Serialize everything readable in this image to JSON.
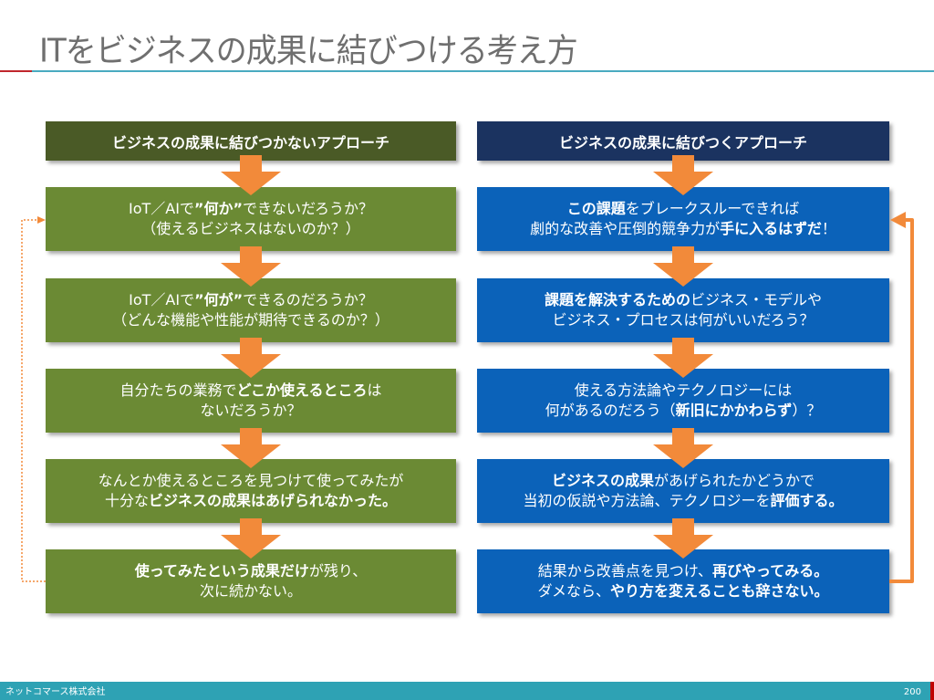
{
  "slide": {
    "title": "ITをビジネスの成果に結びつける考え方",
    "colors": {
      "title_text": "#6f6f6f",
      "rule_red": "#c0272d",
      "rule_teal": "#4aabc0",
      "left_header": "#4a5a26",
      "left_box": "#6b8a34",
      "right_header": "#1b3360",
      "right_box": "#0b62b9",
      "arrow": "#f28a3a",
      "footer": "#2ea2b4"
    }
  },
  "left": {
    "header": "ビジネスの成果に結びつかないアプローチ",
    "steps": [
      {
        "lines": [
          [
            {
              "t": "IoT／AIで",
              "b": false
            },
            {
              "t": "”何か”",
              "b": true
            },
            {
              "t": "できないだろうか？",
              "b": false
            }
          ],
          [
            {
              "t": "（使えるビジネスはないのか？）",
              "b": false
            }
          ]
        ]
      },
      {
        "lines": [
          [
            {
              "t": "IoT／AIで",
              "b": false
            },
            {
              "t": "”何が”",
              "b": true
            },
            {
              "t": "できるのだろうか？",
              "b": false
            }
          ],
          [
            {
              "t": "（どんな機能や性能が期待できるのか？）",
              "b": false
            }
          ]
        ]
      },
      {
        "lines": [
          [
            {
              "t": "自分たちの業務で",
              "b": false
            },
            {
              "t": "どこか使えるところ",
              "b": true
            },
            {
              "t": "は",
              "b": false
            }
          ],
          [
            {
              "t": "ないだろうか？",
              "b": false
            }
          ]
        ]
      },
      {
        "lines": [
          [
            {
              "t": "なんとか使えるところを見つけて使ってみたが",
              "b": false
            }
          ],
          [
            {
              "t": "十分な",
              "b": false
            },
            {
              "t": "ビジネスの成果はあげられなかった。",
              "b": true
            }
          ]
        ]
      },
      {
        "lines": [
          [
            {
              "t": "使ってみたという成果だけ",
              "b": true
            },
            {
              "t": "が残り、",
              "b": false
            }
          ],
          [
            {
              "t": "次に続かない。",
              "b": false
            }
          ]
        ]
      }
    ],
    "loop_style": "dotted"
  },
  "right": {
    "header": "ビジネスの成果に結びつくアプローチ",
    "steps": [
      {
        "lines": [
          [
            {
              "t": "この課題",
              "b": true
            },
            {
              "t": "をブレークスルーできれば",
              "b": false
            }
          ],
          [
            {
              "t": "劇的な改善や圧倒的競争力が",
              "b": false
            },
            {
              "t": "手に入るはずだ",
              "b": true
            },
            {
              "t": "！",
              "b": false
            }
          ]
        ]
      },
      {
        "lines": [
          [
            {
              "t": "課題を解決するための",
              "b": true
            },
            {
              "t": "ビジネス・モデルや",
              "b": false
            }
          ],
          [
            {
              "t": "ビジネス・プロセスは何がいいだろう？",
              "b": false
            }
          ]
        ]
      },
      {
        "lines": [
          [
            {
              "t": "使える方法論やテクノロジーには",
              "b": false
            }
          ],
          [
            {
              "t": "何があるのだろう（",
              "b": false
            },
            {
              "t": "新旧にかかわらず",
              "b": true
            },
            {
              "t": "）？",
              "b": false
            }
          ]
        ]
      },
      {
        "lines": [
          [
            {
              "t": "ビジネスの成果",
              "b": true
            },
            {
              "t": "があげられたかどうかで",
              "b": false
            }
          ],
          [
            {
              "t": "当初の仮説や方法論、テクノロジーを",
              "b": false
            },
            {
              "t": "評価する。",
              "b": true
            }
          ]
        ]
      },
      {
        "lines": [
          [
            {
              "t": "結果から改善点を見つけ、",
              "b": false
            },
            {
              "t": "再びやってみる。",
              "b": true
            }
          ],
          [
            {
              "t": "ダメなら、",
              "b": false
            },
            {
              "t": "やり方を変えることも辞さない。",
              "b": true
            }
          ]
        ]
      }
    ],
    "loop_style": "solid"
  },
  "footer": {
    "company": "ネットコマース株式会社",
    "page_number": "200"
  }
}
